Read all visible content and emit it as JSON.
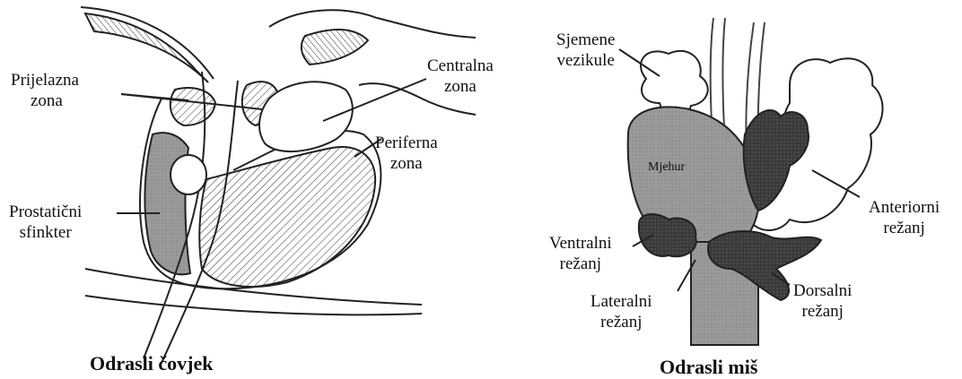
{
  "human": {
    "caption": "Odrasli čovjek",
    "labels": {
      "transition_zone_1": "Prijelazna",
      "transition_zone_2": "zona",
      "central_zone_1": "Centralna",
      "central_zone_2": "zona",
      "peripheral_zone_1": "Periferna",
      "peripheral_zone_2": "zona",
      "sphincter_1": "Prostatični",
      "sphincter_2": "sfinkter"
    }
  },
  "mouse": {
    "caption": "Odrasli miš",
    "labels": {
      "seminal_1": "Sjemene",
      "seminal_2": "vezikule",
      "bladder": "Mjehur",
      "anterior_1": "Anteriorni",
      "anterior_2": "režanj",
      "ventral_1": "Ventralni",
      "ventral_2": "režanj",
      "lateral_1": "Lateralni",
      "lateral_2": "režanj",
      "dorsal_1": "Dorsalni",
      "dorsal_2": "režanj"
    }
  }
}
